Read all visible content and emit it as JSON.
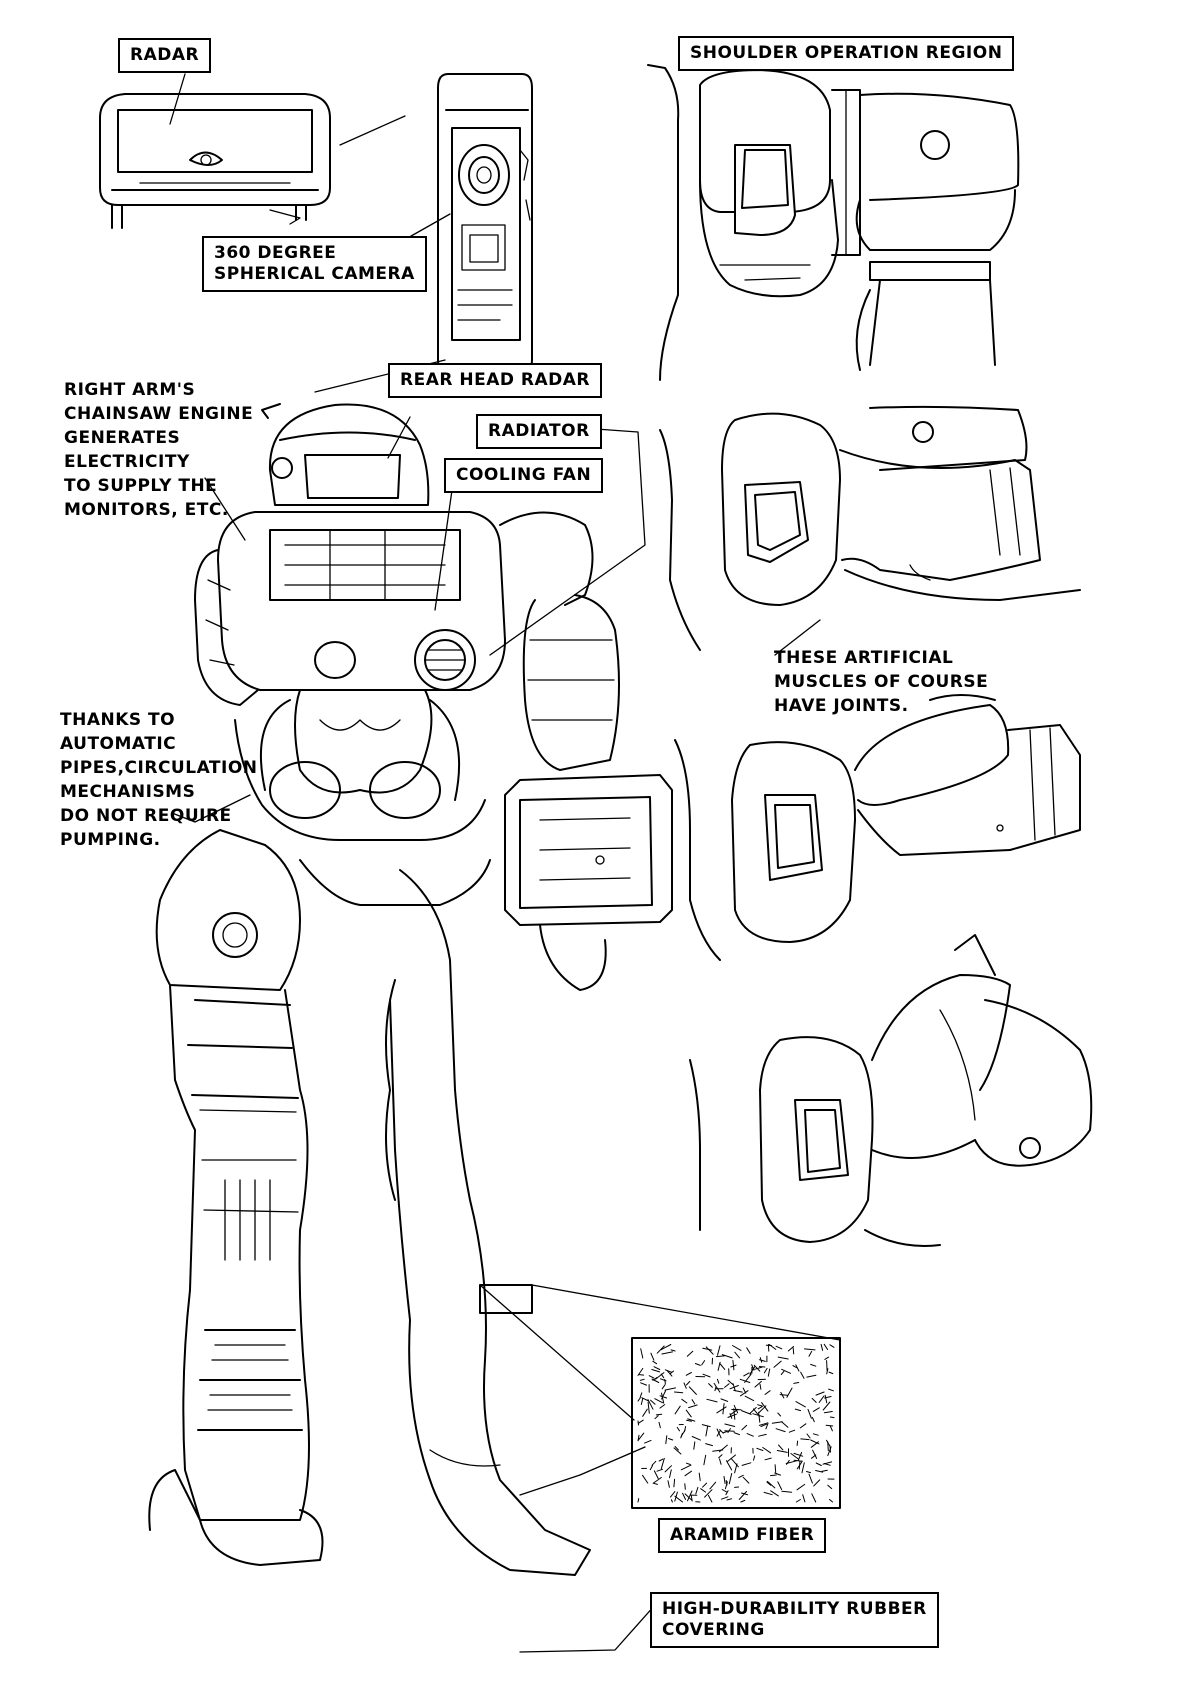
{
  "labels": {
    "radar": "RADAR",
    "shoulder_region": "SHOULDER OPERATION REGION",
    "camera_line1": "360 DEGREE",
    "camera_line2": "SPHERICAL CAMERA",
    "rear_head_radar": "REAR HEAD RADAR",
    "radiator": "RADIATOR",
    "cooling_fan": "COOLING FAN",
    "aramid_fiber": "ARAMID FIBER",
    "rubber_line1": "HIGH-DURABILITY RUBBER",
    "rubber_line2": "COVERING"
  },
  "notes": {
    "chainsaw": [
      "RIGHT ARM'S",
      "CHAINSAW ENGINE",
      "GENERATES",
      "ELECTRICITY",
      "TO SUPPLY THE",
      "MONITORS, ETC."
    ],
    "pipes": [
      "THANKS TO",
      "AUTOMATIC",
      "PIPES,CIRCULATION",
      "MECHANISMS",
      "DO NOT REQUIRE",
      "PUMPING."
    ],
    "muscles": [
      "THESE ARTIFICIAL",
      "MUSCLES OF COURSE",
      "HAVE JOINTS."
    ]
  }
}
